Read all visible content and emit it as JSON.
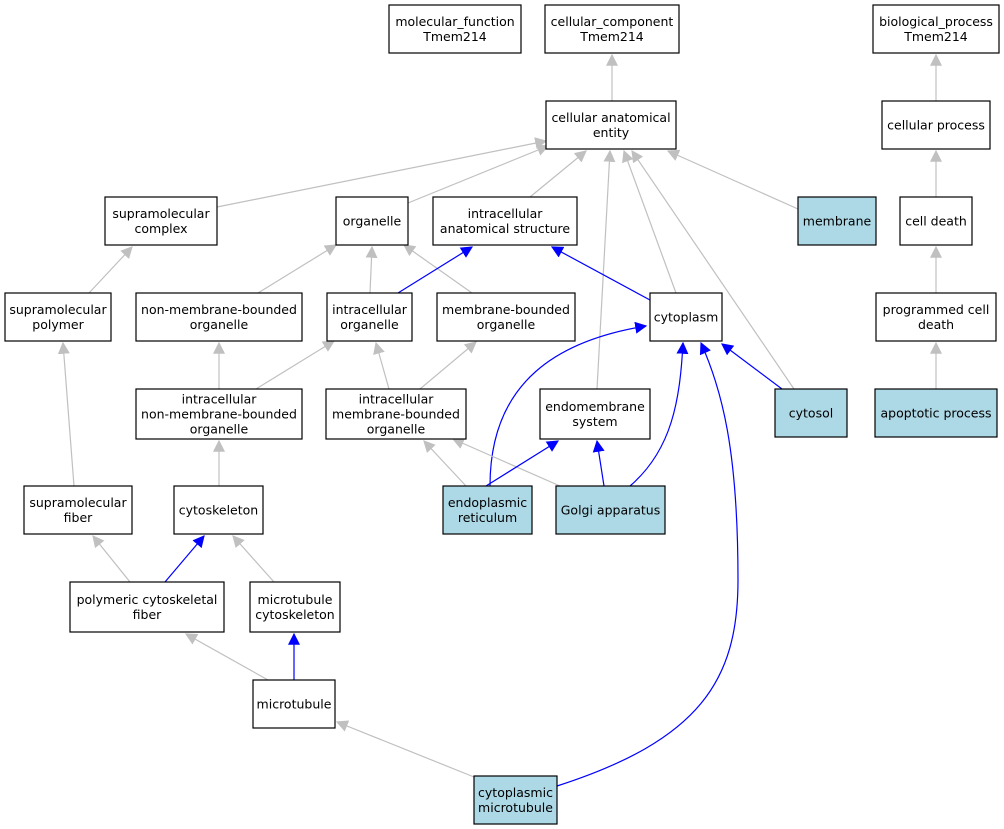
{
  "colors": {
    "node_fill": "#ffffff",
    "highlight_fill": "#add8e6",
    "edge_gray": "#c0c0c0",
    "edge_blue": "#0000ff"
  },
  "nodes": [
    {
      "id": "molecular_function",
      "lines": [
        "molecular_function",
        "Tmem214"
      ],
      "highlight": false
    },
    {
      "id": "cellular_component",
      "lines": [
        "cellular_component",
        "Tmem214"
      ],
      "highlight": false
    },
    {
      "id": "biological_process",
      "lines": [
        "biological_process",
        "Tmem214"
      ],
      "highlight": false
    },
    {
      "id": "cellular_anatomical_entity",
      "lines": [
        "cellular anatomical",
        "entity"
      ],
      "highlight": false
    },
    {
      "id": "cellular_process",
      "lines": [
        "cellular process"
      ],
      "highlight": false
    },
    {
      "id": "supramolecular_complex",
      "lines": [
        "supramolecular",
        "complex"
      ],
      "highlight": false
    },
    {
      "id": "organelle",
      "lines": [
        "organelle"
      ],
      "highlight": false
    },
    {
      "id": "intracellular_anatomical_structure",
      "lines": [
        "intracellular",
        "anatomical structure"
      ],
      "highlight": false
    },
    {
      "id": "membrane",
      "lines": [
        "membrane"
      ],
      "highlight": true
    },
    {
      "id": "cell_death",
      "lines": [
        "cell death"
      ],
      "highlight": false
    },
    {
      "id": "supramolecular_polymer",
      "lines": [
        "supramolecular",
        "polymer"
      ],
      "highlight": false
    },
    {
      "id": "non_membrane_bounded_organelle",
      "lines": [
        "non-membrane-bounded",
        "organelle"
      ],
      "highlight": false
    },
    {
      "id": "intracellular_organelle",
      "lines": [
        "intracellular",
        "organelle"
      ],
      "highlight": false
    },
    {
      "id": "membrane_bounded_organelle",
      "lines": [
        "membrane-bounded",
        "organelle"
      ],
      "highlight": false
    },
    {
      "id": "cytoplasm",
      "lines": [
        "cytoplasm"
      ],
      "highlight": false
    },
    {
      "id": "programmed_cell_death",
      "lines": [
        "programmed cell",
        "death"
      ],
      "highlight": false
    },
    {
      "id": "intracellular_non_membrane_bounded_organelle",
      "lines": [
        "intracellular",
        "non-membrane-bounded",
        "organelle"
      ],
      "highlight": false
    },
    {
      "id": "intracellular_membrane_bounded_organelle",
      "lines": [
        "intracellular",
        "membrane-bounded",
        "organelle"
      ],
      "highlight": false
    },
    {
      "id": "endomembrane_system",
      "lines": [
        "endomembrane",
        "system"
      ],
      "highlight": false
    },
    {
      "id": "cytosol",
      "lines": [
        "cytosol"
      ],
      "highlight": true
    },
    {
      "id": "apoptotic_process",
      "lines": [
        "apoptotic process"
      ],
      "highlight": true
    },
    {
      "id": "supramolecular_fiber",
      "lines": [
        "supramolecular",
        "fiber"
      ],
      "highlight": false
    },
    {
      "id": "cytoskeleton",
      "lines": [
        "cytoskeleton"
      ],
      "highlight": false
    },
    {
      "id": "endoplasmic_reticulum",
      "lines": [
        "endoplasmic",
        "reticulum"
      ],
      "highlight": true
    },
    {
      "id": "golgi_apparatus",
      "lines": [
        "Golgi apparatus"
      ],
      "highlight": true
    },
    {
      "id": "polymeric_cytoskeletal_fiber",
      "lines": [
        "polymeric cytoskeletal",
        "fiber"
      ],
      "highlight": false
    },
    {
      "id": "microtubule_cytoskeleton",
      "lines": [
        "microtubule",
        "cytoskeleton"
      ],
      "highlight": false
    },
    {
      "id": "microtubule",
      "lines": [
        "microtubule"
      ],
      "highlight": false
    },
    {
      "id": "cytoplasmic_microtubule",
      "lines": [
        "cytoplasmic",
        "microtubule"
      ],
      "highlight": true
    }
  ],
  "edges": [
    {
      "from": "cellular_anatomical_entity",
      "to": "cellular_component",
      "color": "gray"
    },
    {
      "from": "cellular_process",
      "to": "biological_process",
      "color": "gray"
    },
    {
      "from": "supramolecular_complex",
      "to": "cellular_anatomical_entity",
      "color": "gray"
    },
    {
      "from": "organelle",
      "to": "cellular_anatomical_entity",
      "color": "gray"
    },
    {
      "from": "intracellular_anatomical_structure",
      "to": "cellular_anatomical_entity",
      "color": "gray"
    },
    {
      "from": "membrane",
      "to": "cellular_anatomical_entity",
      "color": "gray"
    },
    {
      "from": "cytoplasm",
      "to": "cellular_anatomical_entity",
      "color": "gray"
    },
    {
      "from": "endomembrane_system",
      "to": "cellular_anatomical_entity",
      "color": "gray"
    },
    {
      "from": "cytosol",
      "to": "cellular_anatomical_entity",
      "color": "gray"
    },
    {
      "from": "cell_death",
      "to": "cellular_process",
      "color": "gray"
    },
    {
      "from": "programmed_cell_death",
      "to": "cell_death",
      "color": "gray"
    },
    {
      "from": "apoptotic_process",
      "to": "programmed_cell_death",
      "color": "gray"
    },
    {
      "from": "supramolecular_polymer",
      "to": "supramolecular_complex",
      "color": "gray"
    },
    {
      "from": "non_membrane_bounded_organelle",
      "to": "organelle",
      "color": "gray"
    },
    {
      "from": "intracellular_organelle",
      "to": "organelle",
      "color": "gray"
    },
    {
      "from": "membrane_bounded_organelle",
      "to": "organelle",
      "color": "gray"
    },
    {
      "from": "intracellular_organelle",
      "to": "intracellular_anatomical_structure",
      "color": "blue"
    },
    {
      "from": "cytoplasm",
      "to": "intracellular_anatomical_structure",
      "color": "blue"
    },
    {
      "from": "intracellular_non_membrane_bounded_organelle",
      "to": "non_membrane_bounded_organelle",
      "color": "gray"
    },
    {
      "from": "intracellular_non_membrane_bounded_organelle",
      "to": "intracellular_organelle",
      "color": "gray"
    },
    {
      "from": "intracellular_membrane_bounded_organelle",
      "to": "intracellular_organelle",
      "color": "gray"
    },
    {
      "from": "intracellular_membrane_bounded_organelle",
      "to": "membrane_bounded_organelle",
      "color": "gray"
    },
    {
      "from": "cytosol",
      "to": "cytoplasm",
      "color": "blue"
    },
    {
      "from": "endoplasmic_reticulum",
      "to": "cytoplasm",
      "color": "blue"
    },
    {
      "from": "golgi_apparatus",
      "to": "cytoplasm",
      "color": "blue"
    },
    {
      "from": "cytoplasmic_microtubule",
      "to": "cytoplasm",
      "color": "blue"
    },
    {
      "from": "supramolecular_fiber",
      "to": "supramolecular_polymer",
      "color": "gray"
    },
    {
      "from": "cytoskeleton",
      "to": "intracellular_non_membrane_bounded_organelle",
      "color": "gray"
    },
    {
      "from": "endoplasmic_reticulum",
      "to": "intracellular_membrane_bounded_organelle",
      "color": "gray"
    },
    {
      "from": "golgi_apparatus",
      "to": "intracellular_membrane_bounded_organelle",
      "color": "gray"
    },
    {
      "from": "endoplasmic_reticulum",
      "to": "endomembrane_system",
      "color": "blue"
    },
    {
      "from": "golgi_apparatus",
      "to": "endomembrane_system",
      "color": "blue"
    },
    {
      "from": "polymeric_cytoskeletal_fiber",
      "to": "supramolecular_fiber",
      "color": "gray"
    },
    {
      "from": "polymeric_cytoskeletal_fiber",
      "to": "cytoskeleton",
      "color": "blue"
    },
    {
      "from": "microtubule_cytoskeleton",
      "to": "cytoskeleton",
      "color": "gray"
    },
    {
      "from": "microtubule",
      "to": "polymeric_cytoskeletal_fiber",
      "color": "gray"
    },
    {
      "from": "microtubule",
      "to": "microtubule_cytoskeleton",
      "color": "blue"
    },
    {
      "from": "cytoplasmic_microtubule",
      "to": "microtubule",
      "color": "gray"
    }
  ]
}
